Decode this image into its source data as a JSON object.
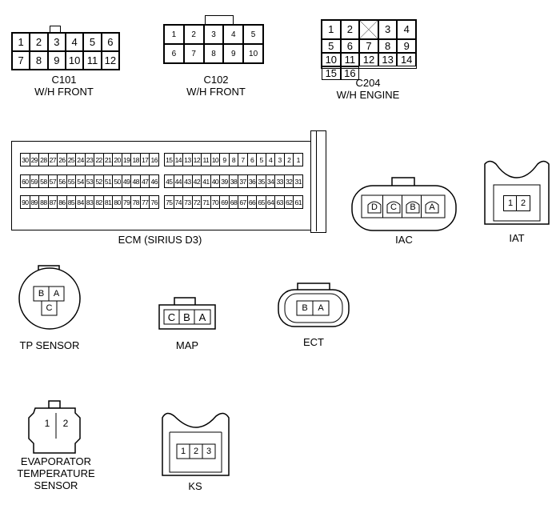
{
  "c101": {
    "pins": [
      "1",
      "2",
      "3",
      "4",
      "5",
      "6",
      "7",
      "8",
      "9",
      "10",
      "11",
      "12"
    ],
    "name": "C101",
    "sub": "W/H FRONT"
  },
  "c102": {
    "pins": [
      "1",
      "2",
      "3",
      "4",
      "5",
      "6",
      "7",
      "8",
      "9",
      "10"
    ],
    "name": "C102",
    "sub": "W/H FRONT"
  },
  "c204": {
    "pins": [
      "1",
      "2",
      "",
      "3",
      "4",
      "5",
      "6",
      "7",
      "8",
      "9",
      "10",
      "11",
      "12",
      "13",
      "14",
      "15",
      "16"
    ],
    "name": "C204",
    "sub": "W/H ENGINE"
  },
  "ecm": {
    "name": "ECM (SIRIUS D3)",
    "rows": [
      [
        "30",
        "29",
        "28",
        "27",
        "26",
        "25",
        "24",
        "23",
        "22",
        "21",
        "20",
        "19",
        "18",
        "17",
        "16"
      ],
      [
        "15",
        "14",
        "13",
        "12",
        "11",
        "10",
        "9",
        "8",
        "7",
        "6",
        "5",
        "4",
        "3",
        "2",
        "1"
      ],
      [
        "60",
        "59",
        "58",
        "57",
        "56",
        "55",
        "54",
        "53",
        "52",
        "51",
        "50",
        "49",
        "48",
        "47",
        "46"
      ],
      [
        "45",
        "44",
        "43",
        "42",
        "41",
        "40",
        "39",
        "38",
        "37",
        "36",
        "35",
        "34",
        "33",
        "32",
        "31"
      ],
      [
        "90",
        "89",
        "88",
        "87",
        "86",
        "85",
        "84",
        "83",
        "82",
        "81",
        "80",
        "79",
        "78",
        "77",
        "76"
      ],
      [
        "75",
        "74",
        "73",
        "72",
        "71",
        "70",
        "69",
        "68",
        "67",
        "66",
        "65",
        "64",
        "63",
        "62",
        "61"
      ]
    ]
  },
  "iac": {
    "pins": [
      "D",
      "C",
      "B",
      "A"
    ],
    "name": "IAC"
  },
  "iat": {
    "pins": [
      "1",
      "2"
    ],
    "name": "IAT"
  },
  "tps": {
    "pins": [
      "B",
      "A",
      "C"
    ],
    "name": "TP SENSOR"
  },
  "map": {
    "pins": [
      "C",
      "B",
      "A"
    ],
    "name": "MAP"
  },
  "ect": {
    "pins": [
      "B",
      "A"
    ],
    "name": "ECT"
  },
  "evap": {
    "pins": [
      "1",
      "2"
    ],
    "name_lines": [
      "EVAPORATOR",
      "TEMPERATURE",
      "SENSOR"
    ]
  },
  "ks": {
    "pins": [
      "1",
      "2",
      "3"
    ],
    "name": "KS"
  }
}
